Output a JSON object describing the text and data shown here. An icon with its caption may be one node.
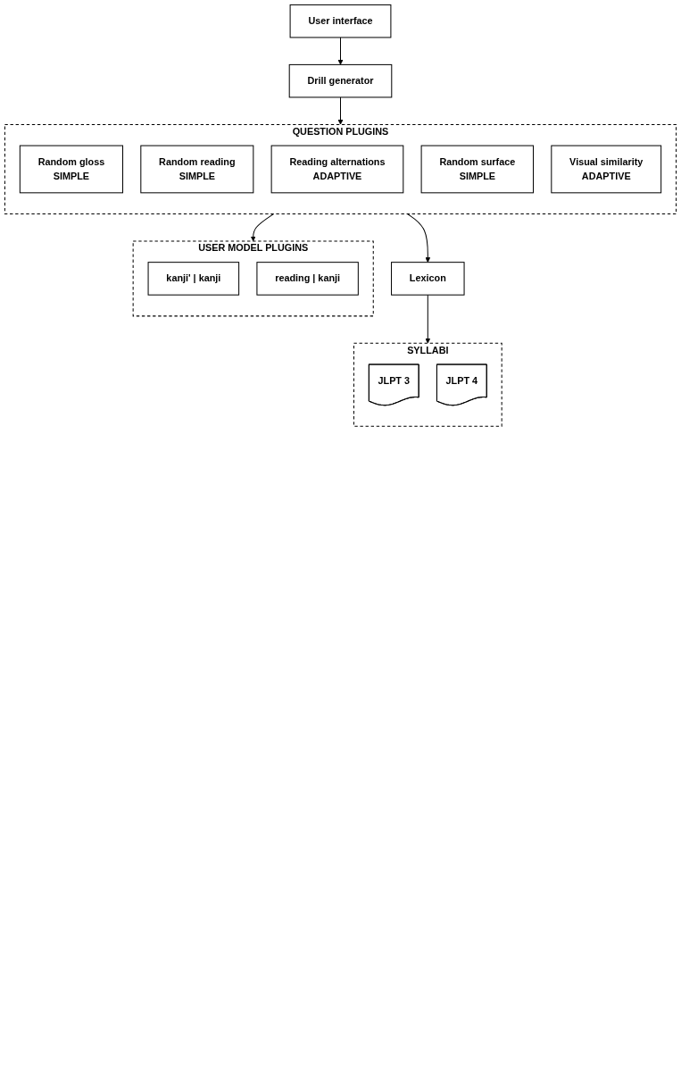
{
  "diagram": {
    "nodes": [
      {
        "text": [
          "User interface"
        ]
      },
      {
        "text": [
          "Drill generator"
        ]
      },
      {
        "text": [
          "QUESTION PLUGINS"
        ]
      },
      {
        "text": [
          "Random gloss",
          "SIMPLE"
        ],
        "in": 2
      },
      {
        "text": [
          "Random reading",
          "SIMPLE"
        ],
        "in": 2
      },
      {
        "text": [
          "Reading alternations",
          "ADAPTIVE"
        ],
        "in": 2
      },
      {
        "text": [
          "Random surface",
          "SIMPLE"
        ],
        "in": 2
      },
      {
        "text": [
          "Visual similarity",
          "ADAPTIVE"
        ],
        "in": 2
      },
      {
        "text": [
          "USER MODEL PLUGINS"
        ]
      },
      {
        "text": [
          "kanji' | kanji"
        ],
        "in": 8
      },
      {
        "text": [
          "reading | kanji"
        ],
        "in": 8
      },
      {
        "text": [
          "Lexicon"
        ]
      },
      {
        "text": [
          "SYLLABI"
        ]
      },
      {
        "text": [
          "JLPT 3"
        ],
        "in": 12
      },
      {
        "text": [
          "JLPT 4"
        ],
        "in": 12
      }
    ],
    "edges": [
      {
        "from": 0,
        "to": 1,
        "arrow": "to"
      },
      {
        "from": 1,
        "to": 2,
        "arrow": "to"
      },
      {
        "from": 2,
        "to": 8,
        "arrow": "to"
      },
      {
        "from": 2,
        "to": 11,
        "arrow": "to"
      },
      {
        "from": 11,
        "to": 12,
        "arrow": "to"
      }
    ]
  }
}
